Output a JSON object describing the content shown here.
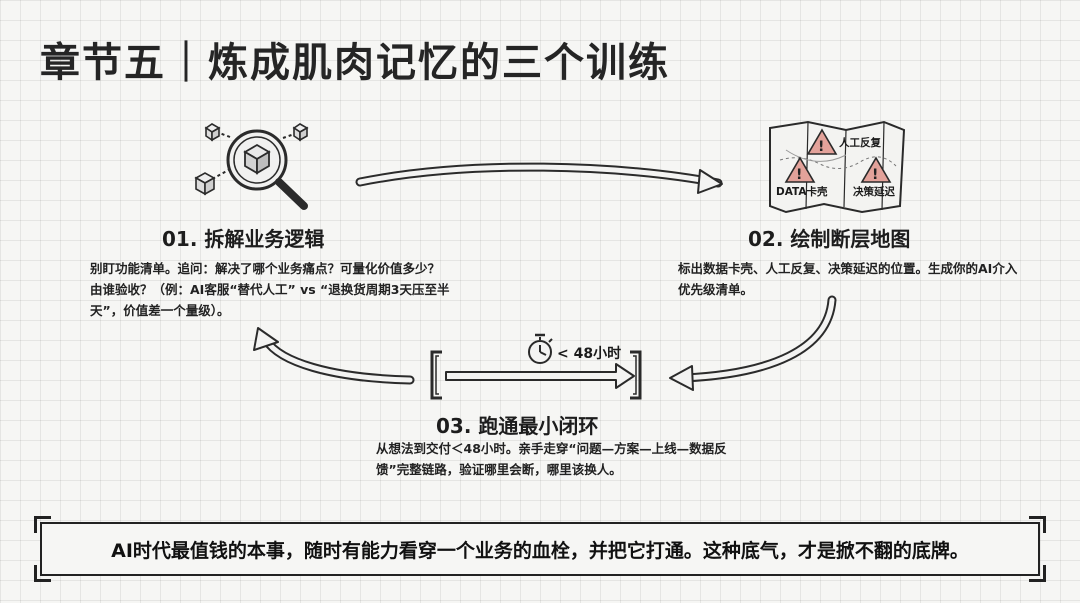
{
  "title": "章节五｜炼成肌肉记忆的三个训练",
  "steps": [
    {
      "title": "01. 拆解业务逻辑",
      "desc": "别盯功能清单。追问：解决了哪个业务痛点？可量化价值多少？由谁验收？（例：AI客服“替代人工” vs “退换货周期3天压至半天”，价值差一个量级）。"
    },
    {
      "title": "02. 绘制断层地图",
      "desc": "标出数据卡壳、人工反复、决策延迟的位置。生成你的AI介入优先级清单。"
    },
    {
      "title": "03. 跑通最小闭环",
      "desc": "从想法到交付＜48小时。亲手走穿“问题—方案—上线—数据反馈”完整链路，验证哪里会断，哪里该换人。"
    }
  ],
  "map_labels": {
    "human": "人工反复",
    "data": "DATA卡壳",
    "decision": "决策延迟"
  },
  "timer_label": "< 48小时",
  "bottom_text": "AI时代最值钱的本事，随时有能力看穿一个业务的血栓，并把它打通。这种底气，才是掀不翻的底牌。",
  "icons": [
    "magnifier-cube-icon",
    "folded-map-warning-icon",
    "stopwatch-icon"
  ]
}
